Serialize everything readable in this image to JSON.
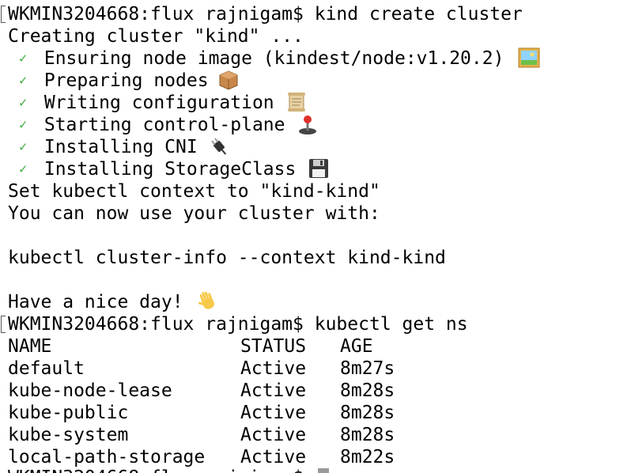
{
  "prompt": "WKMIN3204668:flux rajnigam$",
  "commands": {
    "create": "kind create cluster",
    "getns": "kubectl get ns"
  },
  "output": {
    "creating": "Creating cluster \"kind\" ...",
    "steps": [
      {
        "icon": "check-icon",
        "text": "Ensuring node image (kindest/node:v1.20.2)",
        "emoji": "framed-picture-icon"
      },
      {
        "icon": "check-icon",
        "text": "Preparing nodes",
        "emoji": "package-icon"
      },
      {
        "icon": "check-icon",
        "text": "Writing configuration",
        "emoji": "scroll-icon"
      },
      {
        "icon": "check-icon",
        "text": "Starting control-plane",
        "emoji": "joystick-icon"
      },
      {
        "icon": "check-icon",
        "text": "Installing CNI",
        "emoji": "plug-icon"
      },
      {
        "icon": "check-icon",
        "text": "Installing StorageClass",
        "emoji": "floppy-disk-icon"
      }
    ],
    "check_glyph": "✓",
    "context_line": "Set kubectl context to \"kind-kind\"",
    "use_line": "You can now use your cluster with:",
    "cluster_info_cmd": "kubectl cluster-info --context kind-kind",
    "nice_day": "Have a nice day!"
  },
  "ns_table": {
    "headers": [
      "NAME",
      "STATUS",
      "AGE"
    ],
    "rows": [
      [
        "default",
        "Active",
        "8m27s"
      ],
      [
        "kube-node-lease",
        "Active",
        "8m28s"
      ],
      [
        "kube-public",
        "Active",
        "8m28s"
      ],
      [
        "kube-system",
        "Active",
        "8m28s"
      ],
      [
        "local-path-storage",
        "Active",
        "8m22s"
      ]
    ]
  },
  "colors": {
    "background": "#ffffff",
    "text": "#000000",
    "check": "#3fae3f",
    "cursor": "#9a9a9a"
  }
}
